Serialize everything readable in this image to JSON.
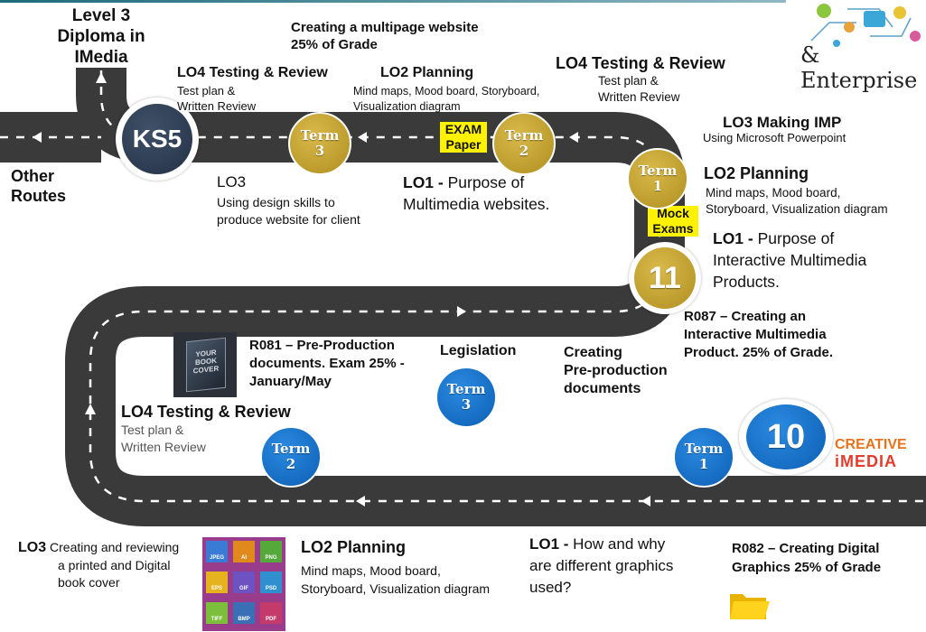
{
  "title_ks5": "Level 3 Diploma in IMedia",
  "other_routes": "Other Routes",
  "ks5_badge": "KS5",
  "enterprise_label": "& Enterprise",
  "creating_multipage": {
    "title": "Creating a multipage website",
    "grade": "25% of Grade"
  },
  "top_lo4_left": {
    "heading": "LO4 Testing & Review",
    "line1": "Test plan &",
    "line2": "Written Review"
  },
  "top_lo2_planning": {
    "heading": "LO2 Planning",
    "line1": "Mind maps, Mood board, Storyboard,",
    "line2": "Visualization diagram"
  },
  "top_lo4_right": {
    "heading": "LO4 Testing & Review",
    "line1": "Test plan &",
    "line2": "Written Review"
  },
  "lo3_making_imp": {
    "heading": "LO3 Making IMP",
    "line1": "Using Microsoft Powerpoint"
  },
  "lo2_planning_right": {
    "heading": "LO2 Planning",
    "line1": "Mind maps, Mood board,",
    "line2": "Storyboard, Visualization diagram"
  },
  "lo1_interactive": {
    "lead": "LO1 - ",
    "line1": "Purpose of",
    "line2": "Interactive Multimedia",
    "line3": "Products."
  },
  "r087": {
    "line1": "R087 – Creating an",
    "line2": "Interactive Multimedia",
    "line3": "Product. 25% of Grade."
  },
  "lo3_design": {
    "heading": "LO3",
    "line1": "Using design skills to",
    "line2": "produce website for client"
  },
  "lo1_websites": {
    "lead": "LO1 - ",
    "line1": "Purpose of",
    "line2": "Multimedia websites."
  },
  "exam_paper": {
    "line1": "EXAM",
    "line2": "Paper"
  },
  "mock_exams": {
    "line1": "Mock",
    "line2": "Exams"
  },
  "r081": {
    "line1": "R081 – Pre-Production",
    "line2": "documents. Exam 25% -",
    "line3": "January/May"
  },
  "book_cover_text": {
    "line1": "YOUR",
    "line2": "BOOK",
    "line3": "COVER"
  },
  "legislation": "Legislation",
  "creating_preprod": {
    "line1": "Creating",
    "line2": "Pre-production",
    "line3": "documents"
  },
  "mid_lo4": {
    "heading": "LO4 Testing & Review",
    "line1": "Test plan &",
    "line2": "Written Review"
  },
  "bottom_lo3": {
    "lead": "LO3",
    "line1": "Creating and reviewing",
    "line2": "a printed and Digital",
    "line3": "book cover"
  },
  "bottom_lo2": {
    "heading": "LO2 Planning",
    "line1": "Mind maps, Mood board,",
    "line2": "Storyboard, Visualization diagram"
  },
  "bottom_lo1": {
    "lead": "LO1 - ",
    "line1": "How and why",
    "line2": "are different graphics",
    "line3": "used?"
  },
  "r082": {
    "line1": "R082 – Creating Digital",
    "line2": "Graphics 25% of Grade"
  },
  "creative_imedia": {
    "line1": "CREATIVE",
    "line2": "iMEDIA"
  },
  "badges": {
    "term_word": "Term",
    "ks5_t3": "3",
    "ks5_t2": "2",
    "ks5_t1": "1",
    "y11": "11",
    "y10": "10",
    "y10_t3": "3",
    "y10_t2": "2",
    "y10_t1": "1"
  },
  "file_tiles": [
    "JPEG",
    "AI",
    "PNG",
    "EPS",
    "GIF",
    "PSD",
    "TIFF",
    "BMP",
    "PDF"
  ],
  "colors": {
    "road": "#3a3a3a",
    "gold": "#c2a033",
    "blue": "#1670c8",
    "highlight": "#fff200",
    "ks5": "#2f3d52"
  }
}
